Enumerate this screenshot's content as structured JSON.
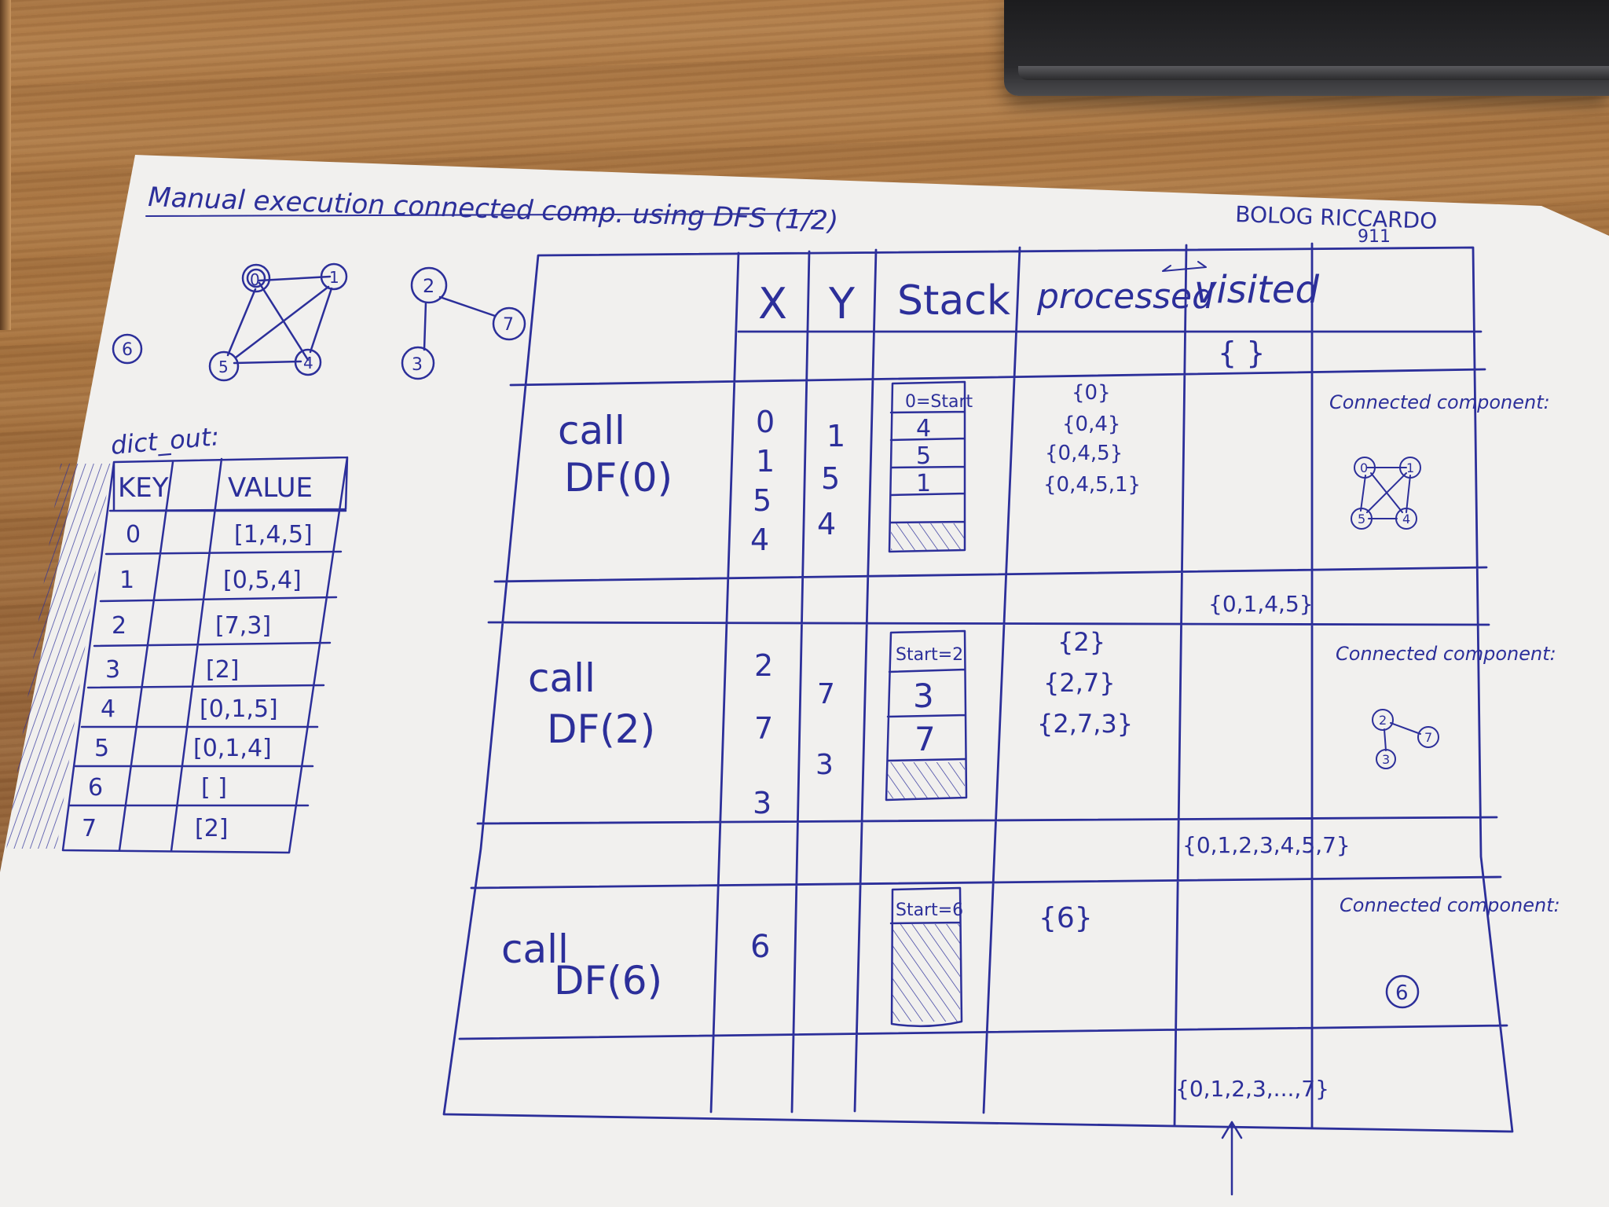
{
  "title": "Manual execution connected comp. using DFS (1/2)",
  "author": "BOLOG RICCARDO",
  "group": "911",
  "graph": {
    "isolated": "6",
    "component_a": [
      "0",
      "1",
      "5",
      "4"
    ],
    "component_b": [
      "2",
      "7",
      "3"
    ]
  },
  "dict_out": {
    "label": "dict_out:",
    "key_header": "KEY",
    "value_header": "VALUE",
    "rows": [
      {
        "key": "0",
        "value": "[1,4,5]"
      },
      {
        "key": "1",
        "value": "[0,5,4]"
      },
      {
        "key": "2",
        "value": "[7,3]"
      },
      {
        "key": "3",
        "value": "[2]"
      },
      {
        "key": "4",
        "value": "[0,1,5]"
      },
      {
        "key": "5",
        "value": "[0,1,4]"
      },
      {
        "key": "6",
        "value": "[ ]"
      },
      {
        "key": "7",
        "value": "[2]"
      }
    ]
  },
  "trace": {
    "headers": {
      "x": "X",
      "y": "Y",
      "stack": "Stack",
      "processed": "processed",
      "visited": "visited",
      "arrow": "↔"
    },
    "initial_visited": "{ }",
    "calls": [
      {
        "call": "call",
        "func": "DF(0)",
        "x": [
          "0",
          "1",
          "5",
          "4"
        ],
        "y": [
          "1",
          "5",
          "4"
        ],
        "stack_top": "0=Start",
        "stack": [
          "4",
          "5",
          "1"
        ],
        "processed": [
          "{0}",
          "{0,4}",
          "{0,4,5}",
          "{0,4,5,1}"
        ],
        "visited_after": "{0,1,4,5}",
        "component_label": "Connected component:",
        "component_nodes": [
          "0",
          "1",
          "5",
          "4"
        ]
      },
      {
        "call": "call",
        "func": "DF(2)",
        "x": [
          "2",
          "7",
          "3"
        ],
        "y": [
          "7",
          "3"
        ],
        "stack_top": "Start=2",
        "stack": [
          "3",
          "7"
        ],
        "processed": [
          "{2}",
          "{2,7}",
          "{2,7,3}"
        ],
        "visited_after": "{0,1,2,3,4,5,7}",
        "component_label": "Connected component:",
        "component_nodes": [
          "2",
          "7",
          "3"
        ]
      },
      {
        "call": "call",
        "func": "DF(6)",
        "x": [
          "6"
        ],
        "y": [],
        "stack_top": "Start=6",
        "stack": [],
        "processed": [
          "{6}"
        ],
        "visited_after": "{0,1,2,3,...,7}",
        "component_label": "Connected component:",
        "component_nodes": [
          "6"
        ]
      }
    ]
  },
  "colors": {
    "ink": "#2c2f9a",
    "paper": "#f3f2ef",
    "desk": "#a7733f",
    "laptop": "#1c1c1e"
  }
}
